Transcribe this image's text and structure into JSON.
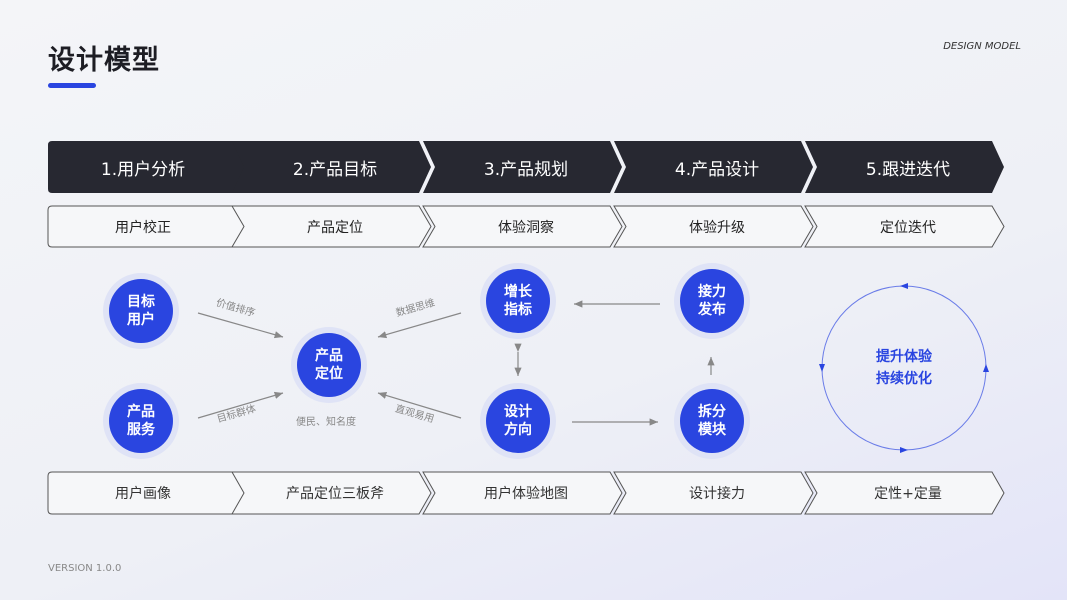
{
  "header": {
    "title": "设计模型",
    "tag": "DESIGN MODEL"
  },
  "footer": {
    "version": "VERSION 1.0.0"
  },
  "steps": [
    "1.用户分析",
    "2.产品目标",
    "3.产品规划",
    "4.产品设计",
    "5.跟进迭代"
  ],
  "sub_steps": [
    "用户校正",
    "产品定位",
    "体验洞察",
    "体验升级",
    "定位迭代"
  ],
  "bottom_steps": [
    "用户画像",
    "产品定位三板斧",
    "用户体验地图",
    "设计接力",
    "定性+定量"
  ],
  "nodes": {
    "target_users": [
      "目标",
      "用户"
    ],
    "product_service": [
      "产品",
      "服务"
    ],
    "product_position": [
      "产品",
      "定位"
    ],
    "growth_metrics": [
      "增长",
      "指标"
    ],
    "design_direction": [
      "设计",
      "方向"
    ],
    "handoff": [
      "接力",
      "发布"
    ],
    "split_modules": [
      "拆分",
      "模块"
    ]
  },
  "edge_labels": {
    "value_sort": "价值排序",
    "target_group": "目标群体",
    "data_thinking": "数据思维",
    "intuitive": "直观易用",
    "convenience": "便民、知名度"
  },
  "cycle": [
    "提升体验",
    "持续优化"
  ],
  "colors": {
    "dark": "#272831",
    "accent": "#2a45e0"
  }
}
